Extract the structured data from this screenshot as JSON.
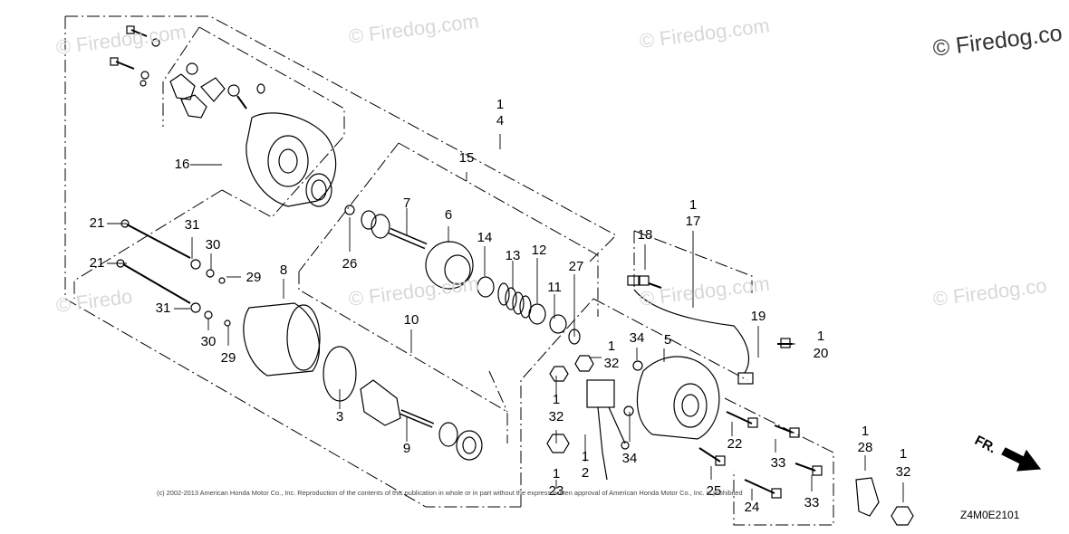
{
  "watermark": {
    "text": "© Firedog.com",
    "text_cut": "© Firedog.co",
    "text_partial": "© Firedo"
  },
  "copyright_notice": "(c) 2002-2013 American Honda Motor Co., Inc. Reproduction of the contents of this publication in whole or in part without the express written approval of American Honda Motor Co., Inc. is prohibited",
  "diagram_code": "Z4M0E2101",
  "direction_label": "FR.",
  "callouts": {
    "p1a": "1",
    "p4": "4",
    "p15": "15",
    "p16": "16",
    "p7": "7",
    "p6": "6",
    "p14": "14",
    "p13": "13",
    "p12": "12",
    "p27": "27",
    "p11": "11",
    "p21a": "21",
    "p21b": "21",
    "p31a": "31",
    "p31b": "31",
    "p30a": "30",
    "p30b": "30",
    "p29a": "29",
    "p29b": "29",
    "p26": "26",
    "p8": "8",
    "p10": "10",
    "p3": "3",
    "p9": "9",
    "p1b": "1",
    "p17": "17",
    "p18": "18",
    "p19": "19",
    "p1c": "1",
    "p20": "20",
    "p34a": "34",
    "p5": "5",
    "p1d": "1",
    "p32a": "32",
    "p1e": "1",
    "p32b": "32",
    "p34b": "34",
    "p1f": "1",
    "p2": "2",
    "p1g": "1",
    "p23": "23",
    "p22": "22",
    "p25": "25",
    "p33a": "33",
    "p33b": "33",
    "p24": "24",
    "p1h": "1",
    "p28": "28",
    "p1i": "1",
    "p32c": "32"
  }
}
